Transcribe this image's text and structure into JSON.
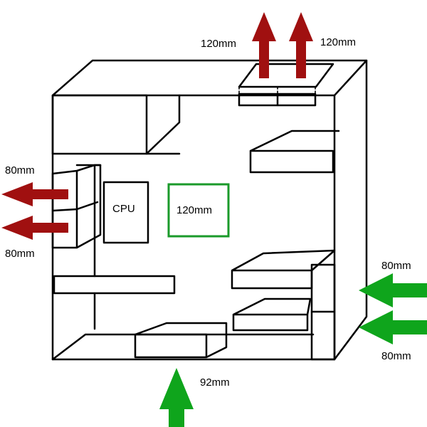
{
  "labels": {
    "exhaust_top_left": "120mm",
    "exhaust_top_right": "120mm",
    "exhaust_rear_upper": "80mm",
    "exhaust_rear_lower": "80mm",
    "cpu": "CPU",
    "side_fan": "120mm",
    "intake_front_upper": "80mm",
    "intake_front_lower": "80mm",
    "intake_bottom": "92mm"
  },
  "colors": {
    "exhaust_arrow": "#a01010",
    "intake_arrow": "#0fa51c",
    "side_fan_outline": "#1a9a2a",
    "line": "#000000",
    "background": "#ffffff"
  }
}
